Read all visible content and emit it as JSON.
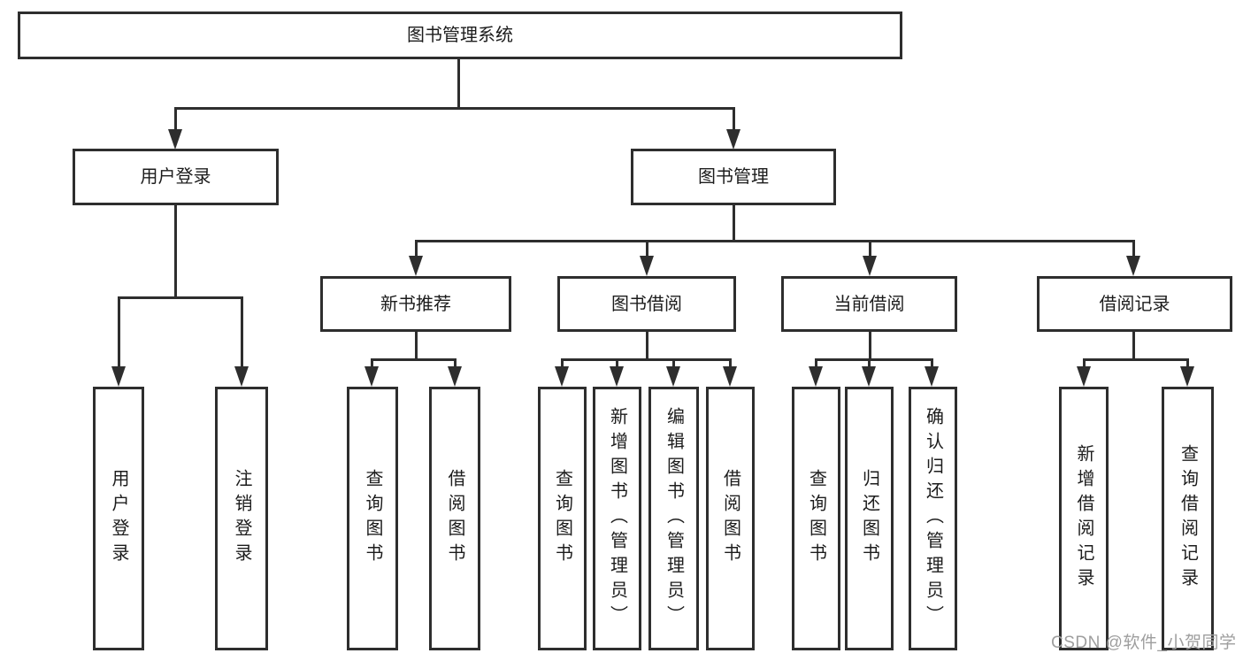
{
  "tree": {
    "root": {
      "label": "图书管理系统"
    },
    "branches": [
      {
        "label": "用户登录",
        "children": [
          {
            "label": "用户登录"
          },
          {
            "label": "注销登录"
          }
        ]
      },
      {
        "label": "图书管理",
        "groups": [
          {
            "label": "新书推荐",
            "children": [
              {
                "label": "查询图书"
              },
              {
                "label": "借阅图书"
              }
            ]
          },
          {
            "label": "图书借阅",
            "children": [
              {
                "label": "查询图书"
              },
              {
                "label": "新增图书（管理员）"
              },
              {
                "label": "编辑图书（管理员）"
              },
              {
                "label": "借阅图书"
              }
            ]
          },
          {
            "label": "当前借阅",
            "children": [
              {
                "label": "查询图书"
              },
              {
                "label": "归还图书"
              },
              {
                "label": "确认归还（管理员）"
              }
            ]
          },
          {
            "label": "借阅记录",
            "children": [
              {
                "label": "新增借阅记录"
              },
              {
                "label": "查询借阅记录"
              }
            ]
          }
        ]
      }
    ]
  },
  "watermark": {
    "text": "CSDN @软件_小贺同学",
    "color": "#9e9e9e"
  },
  "colors": {
    "line": "#2e2e2e",
    "text": "#1c1c1c",
    "background": "#ffffff"
  }
}
